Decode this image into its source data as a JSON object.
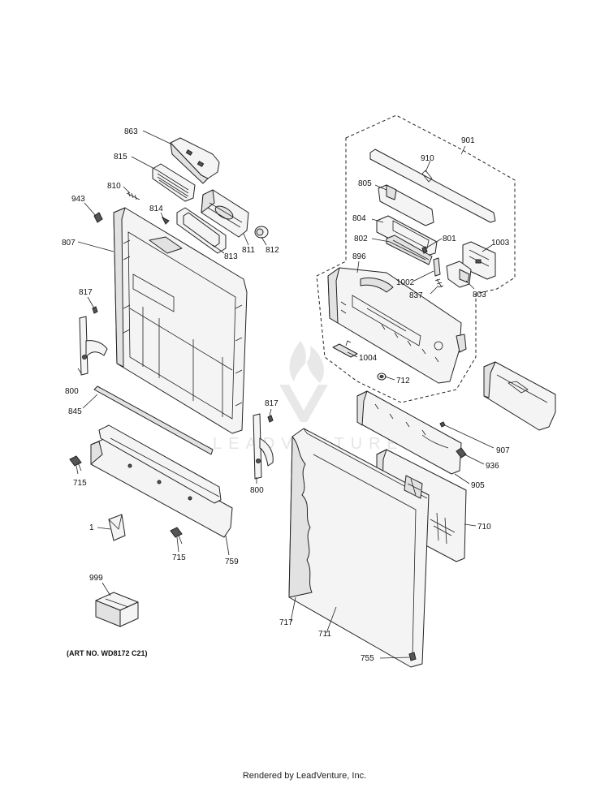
{
  "watermark": "LEADVENTURE",
  "art_number": "(ART NO. WD8172 C21)",
  "footer": "Rendered by LeadVenture, Inc.",
  "labels": {
    "p863": "863",
    "p815": "815",
    "p810": "810",
    "p943": "943",
    "p814": "814",
    "p807": "807",
    "p811": "811",
    "p812": "812",
    "p813": "813",
    "p817a": "817",
    "p800a": "800",
    "p845": "845",
    "p715a": "715",
    "p1": "1",
    "p715b": "715",
    "p759": "759",
    "p999": "999",
    "p817b": "817",
    "p800b": "800",
    "p901": "901",
    "p910": "910",
    "p805": "805",
    "p804": "804",
    "p802": "802",
    "p801": "801",
    "p1003": "1003",
    "p896": "896",
    "p1002": "1002",
    "p837": "837",
    "p803": "803",
    "p1004": "1004",
    "p712": "712",
    "p907": "907",
    "p936": "936",
    "p905": "905",
    "p710": "710",
    "p717": "717",
    "p711": "711",
    "p755": "755"
  }
}
